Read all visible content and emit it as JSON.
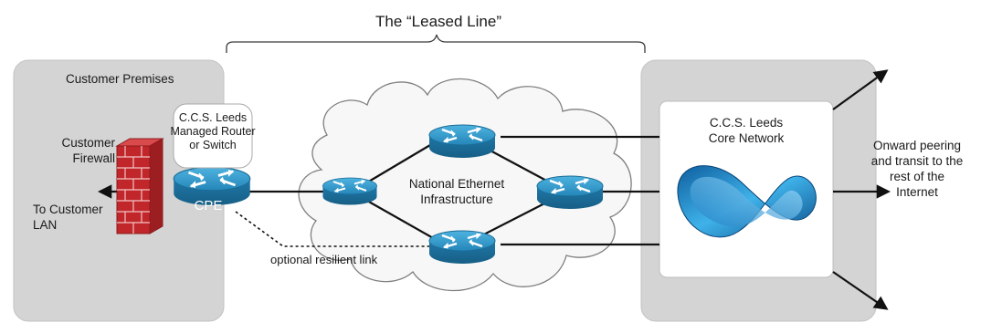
{
  "diagram": {
    "title": "The “Leased Line”",
    "customer_premises": {
      "label": "Customer Premises",
      "firewall_label": "Customer\nFirewall",
      "lan_label": "To Customer\nLAN"
    },
    "cpe": {
      "callout": "C.C.S. Leeds\nManaged Router\nor Switch",
      "device_label": "CPE"
    },
    "cloud": {
      "label": "National Ethernet\nInfrastructure"
    },
    "optional_link_label": "optional resilient link",
    "core": {
      "label": "C.C.S. Leeds\nCore Network"
    },
    "internet_label": "Onward peering\nand transit to the\nrest of the\nInternet",
    "colors": {
      "router_blue": "#2a8bbf",
      "router_dark": "#1b6d98",
      "panel_gray": "#d4d4d4",
      "brick_red": "#c0262a",
      "link_black": "#111111"
    }
  }
}
